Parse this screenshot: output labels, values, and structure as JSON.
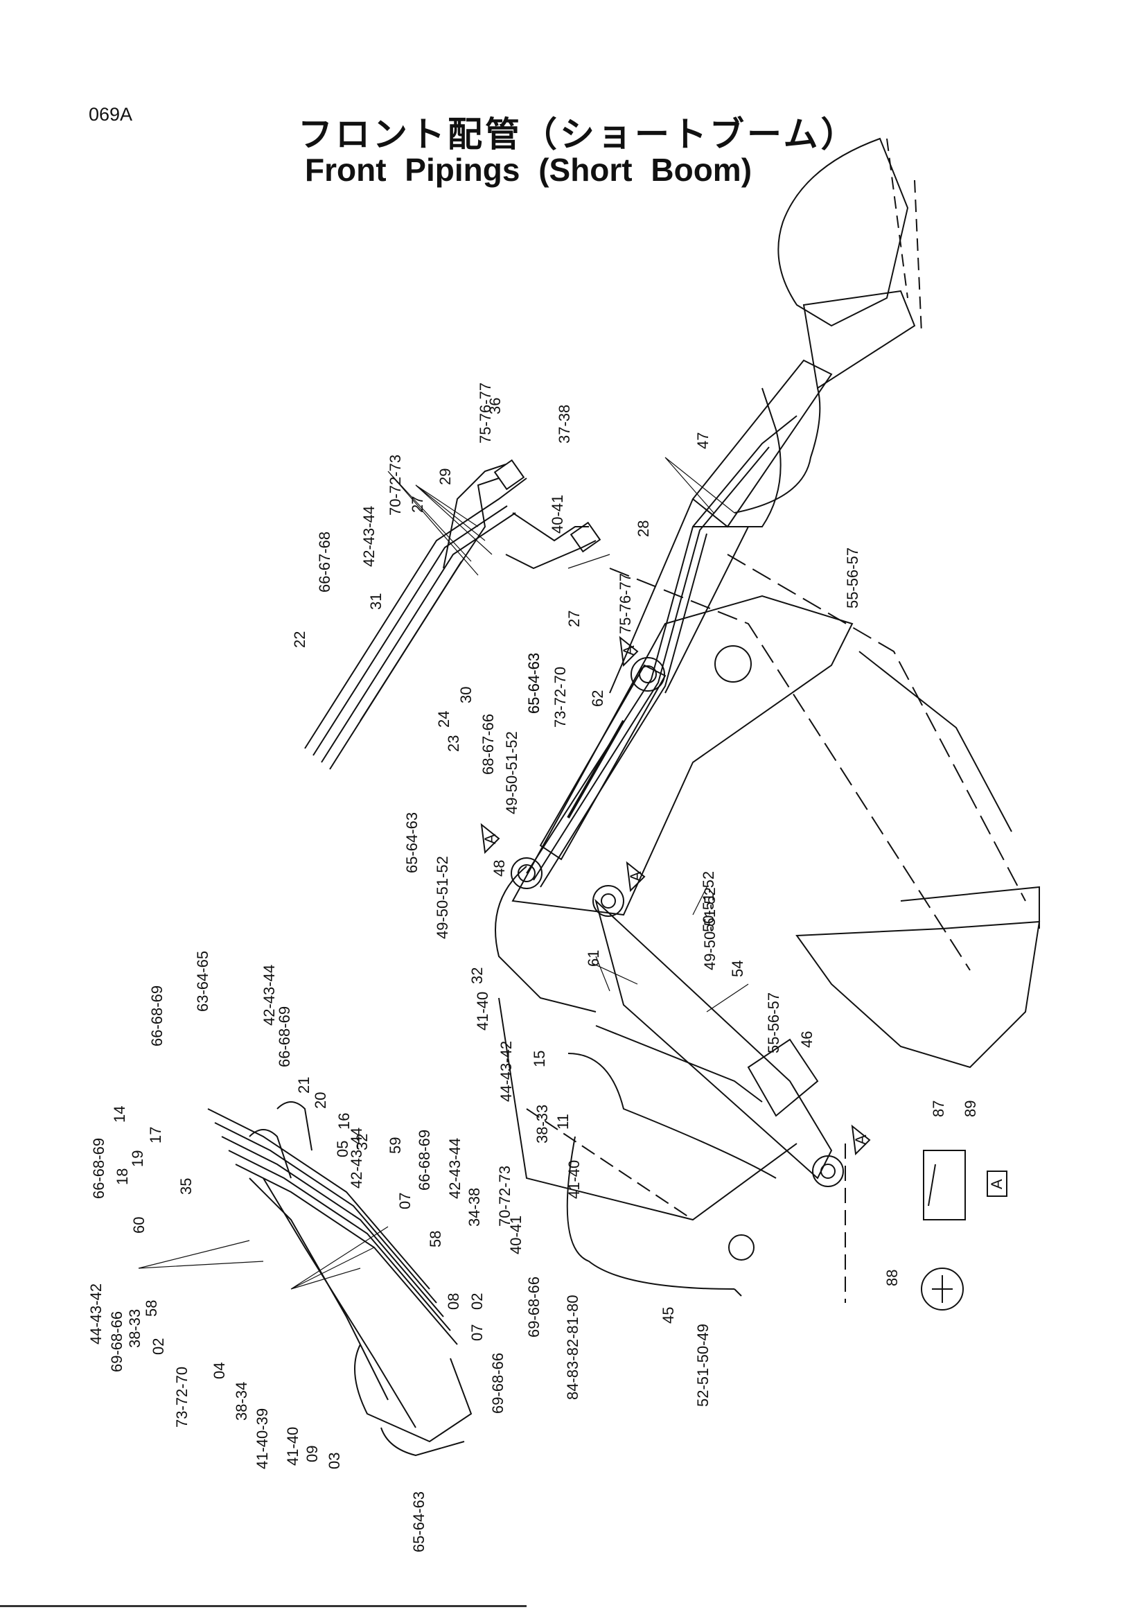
{
  "page_id": "069A",
  "title_jp": "フロント配管（ショートブーム）",
  "title_en": "Front Pipings (Short Boom)",
  "detail_marker": "A",
  "callouts": {
    "inset_top": [
      "75-76-77",
      "36",
      "37-38",
      "70-72-73",
      "29",
      "27",
      "42-43-44",
      "40-41",
      "28",
      "66-67-68",
      "31",
      "75-76-77",
      "27",
      "22",
      "30",
      "65-64-63",
      "73-72-70",
      "24",
      "23",
      "68-67-66",
      "49-50-51-52",
      "65-64-63"
    ],
    "main": [
      "47",
      "55-56-57",
      "62",
      "65-64-63",
      "48",
      "49-50-51-52",
      "50-51-52",
      "49-50-51-52",
      "32",
      "61",
      "54",
      "41-40",
      "44-43-42",
      "15",
      "55-56-57",
      "46",
      "38-33",
      "11",
      "41-40",
      "84-83-82-81-80",
      "45",
      "52-51-50-49",
      "87",
      "89",
      "88"
    ],
    "inset_bottom": [
      "66-68-69",
      "63-64-65",
      "42-43-44",
      "66-68-69",
      "66-68-69",
      "14",
      "17",
      "21",
      "20",
      "16",
      "42-43-44",
      "18",
      "19",
      "05",
      "32",
      "59",
      "66-68-69",
      "35",
      "42-43-44",
      "07",
      "34-38",
      "60",
      "70-72-73",
      "58",
      "40-41",
      "44-43-42",
      "69-68-66",
      "38-33",
      "58",
      "02",
      "08",
      "02",
      "69-68-66",
      "73-72-70",
      "04",
      "07",
      "38-34",
      "41-40-39",
      "69-68-66",
      "41-40",
      "09",
      "03",
      "65-64-63"
    ]
  }
}
